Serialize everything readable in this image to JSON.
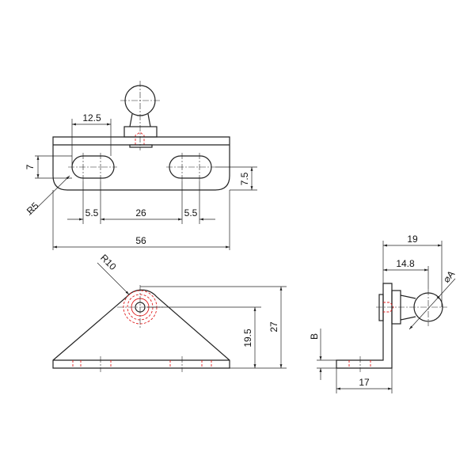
{
  "drawing": {
    "top_view": {
      "dim_slot_pitch": "12.5",
      "dim_slot_height": "7",
      "dim_slot_offset": "7.5",
      "dim_radius": "R5",
      "dim_slot_left": "5.5",
      "dim_slot_spacing": "26",
      "dim_slot_right": "5.5",
      "dim_overall_width": "56"
    },
    "front_view": {
      "dim_radius": "R10",
      "dim_hole_height": "19.5",
      "dim_overall_height": "27"
    },
    "side_view": {
      "dim_ball_reach": "19",
      "dim_ball_center": "14.8",
      "dim_ball_diameter": "⌀A",
      "dim_thickness": "B",
      "dim_base_depth": "17"
    },
    "colors": {
      "line": "#222222",
      "hidden": "#e02020"
    }
  }
}
